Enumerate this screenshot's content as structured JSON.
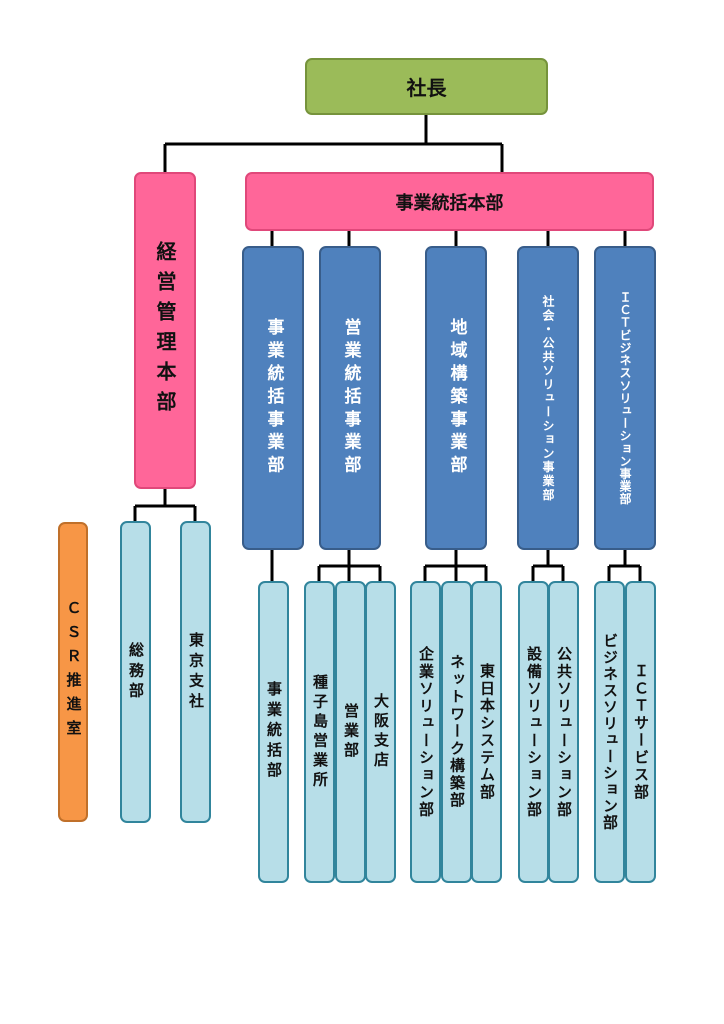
{
  "org": {
    "president": "社長",
    "business_hq": "事業統括本部",
    "management_hq": "経営管理本部",
    "divisions": {
      "business_supervision": "事業統括事業部",
      "sales": "営業統括事業部",
      "regional": "地域構築事業部",
      "public": "社会・公共ソリューション事業部",
      "ict": "ＩＣＴビジネスソリューション事業部"
    },
    "csr": "ＣＳＲ推進室",
    "general_affairs": "総務部",
    "tokyo_branch": "東京支社",
    "departments": {
      "business_supervision": "事業統括部",
      "tanegashima": "種子島営業所",
      "sales": "営業部",
      "osaka": "大阪支店",
      "enterprise": "企業ソリューション部",
      "network": "ネットワーク構築部",
      "east_japan": "東日本システム部",
      "equipment": "設備ソリューション部",
      "public": "公共ソリューション部",
      "business_solution": "ビジネスソリューション部",
      "ict_service": "ＩＣＴサービス部"
    }
  }
}
